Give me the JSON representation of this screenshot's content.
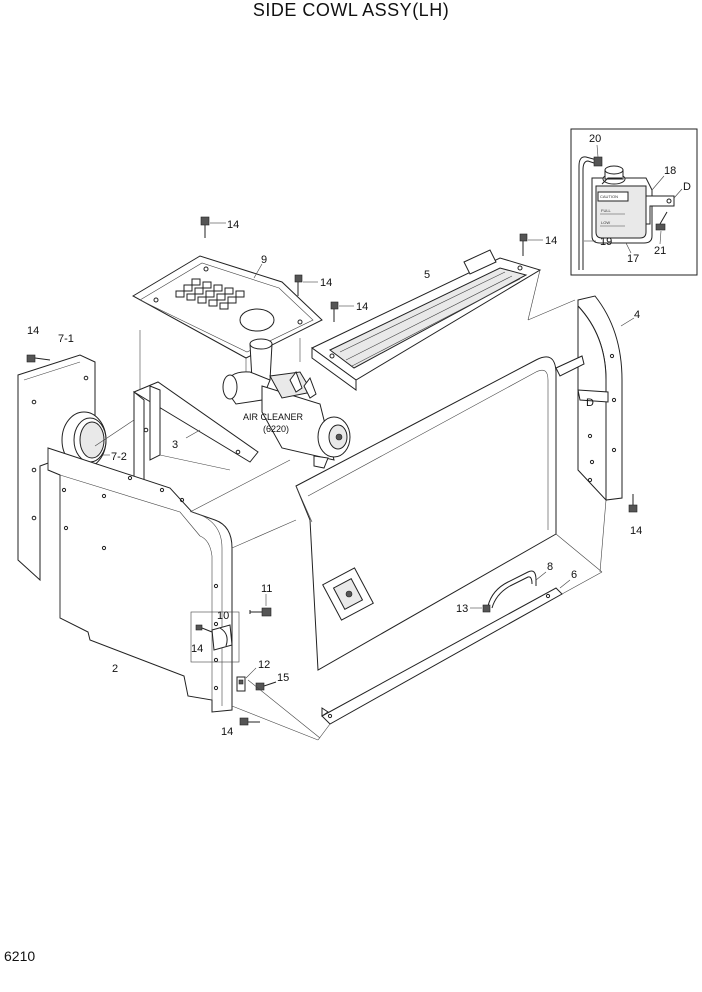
{
  "title": "SIDE COWL ASSY(LH)",
  "page_code": "6210",
  "callouts": {
    "p20": "20",
    "p18": "18",
    "pD1": "D",
    "p19": "19",
    "p21": "21",
    "p17": "17",
    "p14a": "14",
    "p9": "9",
    "p14b": "14",
    "p14c": "14",
    "p14d": "14",
    "p5": "5",
    "p14e": "14",
    "p71": "7-1",
    "p72": "7-2",
    "p3": "3",
    "p4": "4",
    "pD2": "D",
    "p14f": "14",
    "p2": "2",
    "p11": "11",
    "p10": "10",
    "p14g": "14",
    "p12": "12",
    "p15": "15",
    "p14h": "14",
    "p13": "13",
    "p8": "8",
    "p6": "6"
  },
  "air_cleaner": {
    "name": "AIR CLEANER",
    "ref": "(6220)"
  },
  "tank_text": {
    "top": "CAUTION",
    "full": "FULL",
    "low": "LOW"
  }
}
